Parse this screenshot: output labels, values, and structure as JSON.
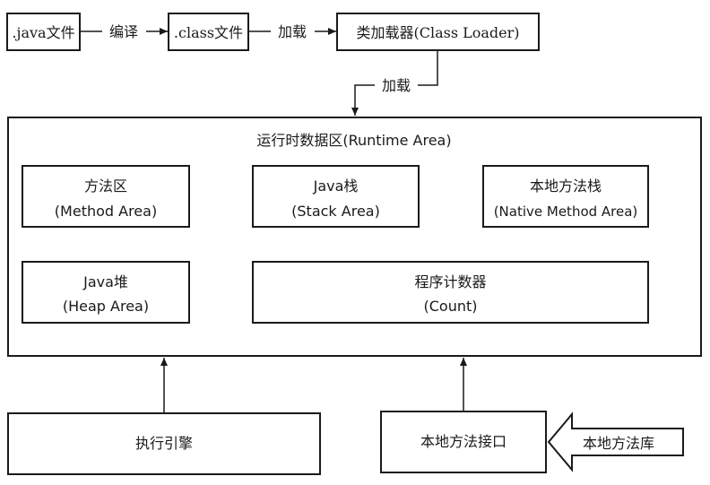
{
  "top_flow": {
    "java_file": ".java文件",
    "compile_label": "编译",
    "class_file": ".class文件",
    "load_label_1": "加载",
    "class_loader": "类加载器(Class Loader)",
    "load_label_2": "加载"
  },
  "runtime_area": {
    "title": "运行时数据区(Runtime Area)",
    "method_area": {
      "line1": "方法区",
      "line2": "(Method Area)"
    },
    "java_stack": {
      "line1": "Java栈",
      "line2": "(Stack Area)"
    },
    "native_method_stack": {
      "line1": "本地方法栈",
      "line2": "(Native Method Area)"
    },
    "java_heap": {
      "line1": "Java堆",
      "line2": "(Heap Area)"
    },
    "program_counter": {
      "line1": "程序计数器",
      "line2": "(Count)"
    }
  },
  "bottom": {
    "execution_engine": "执行引擎",
    "native_interface": "本地方法接口",
    "native_library": "本地方法库"
  }
}
